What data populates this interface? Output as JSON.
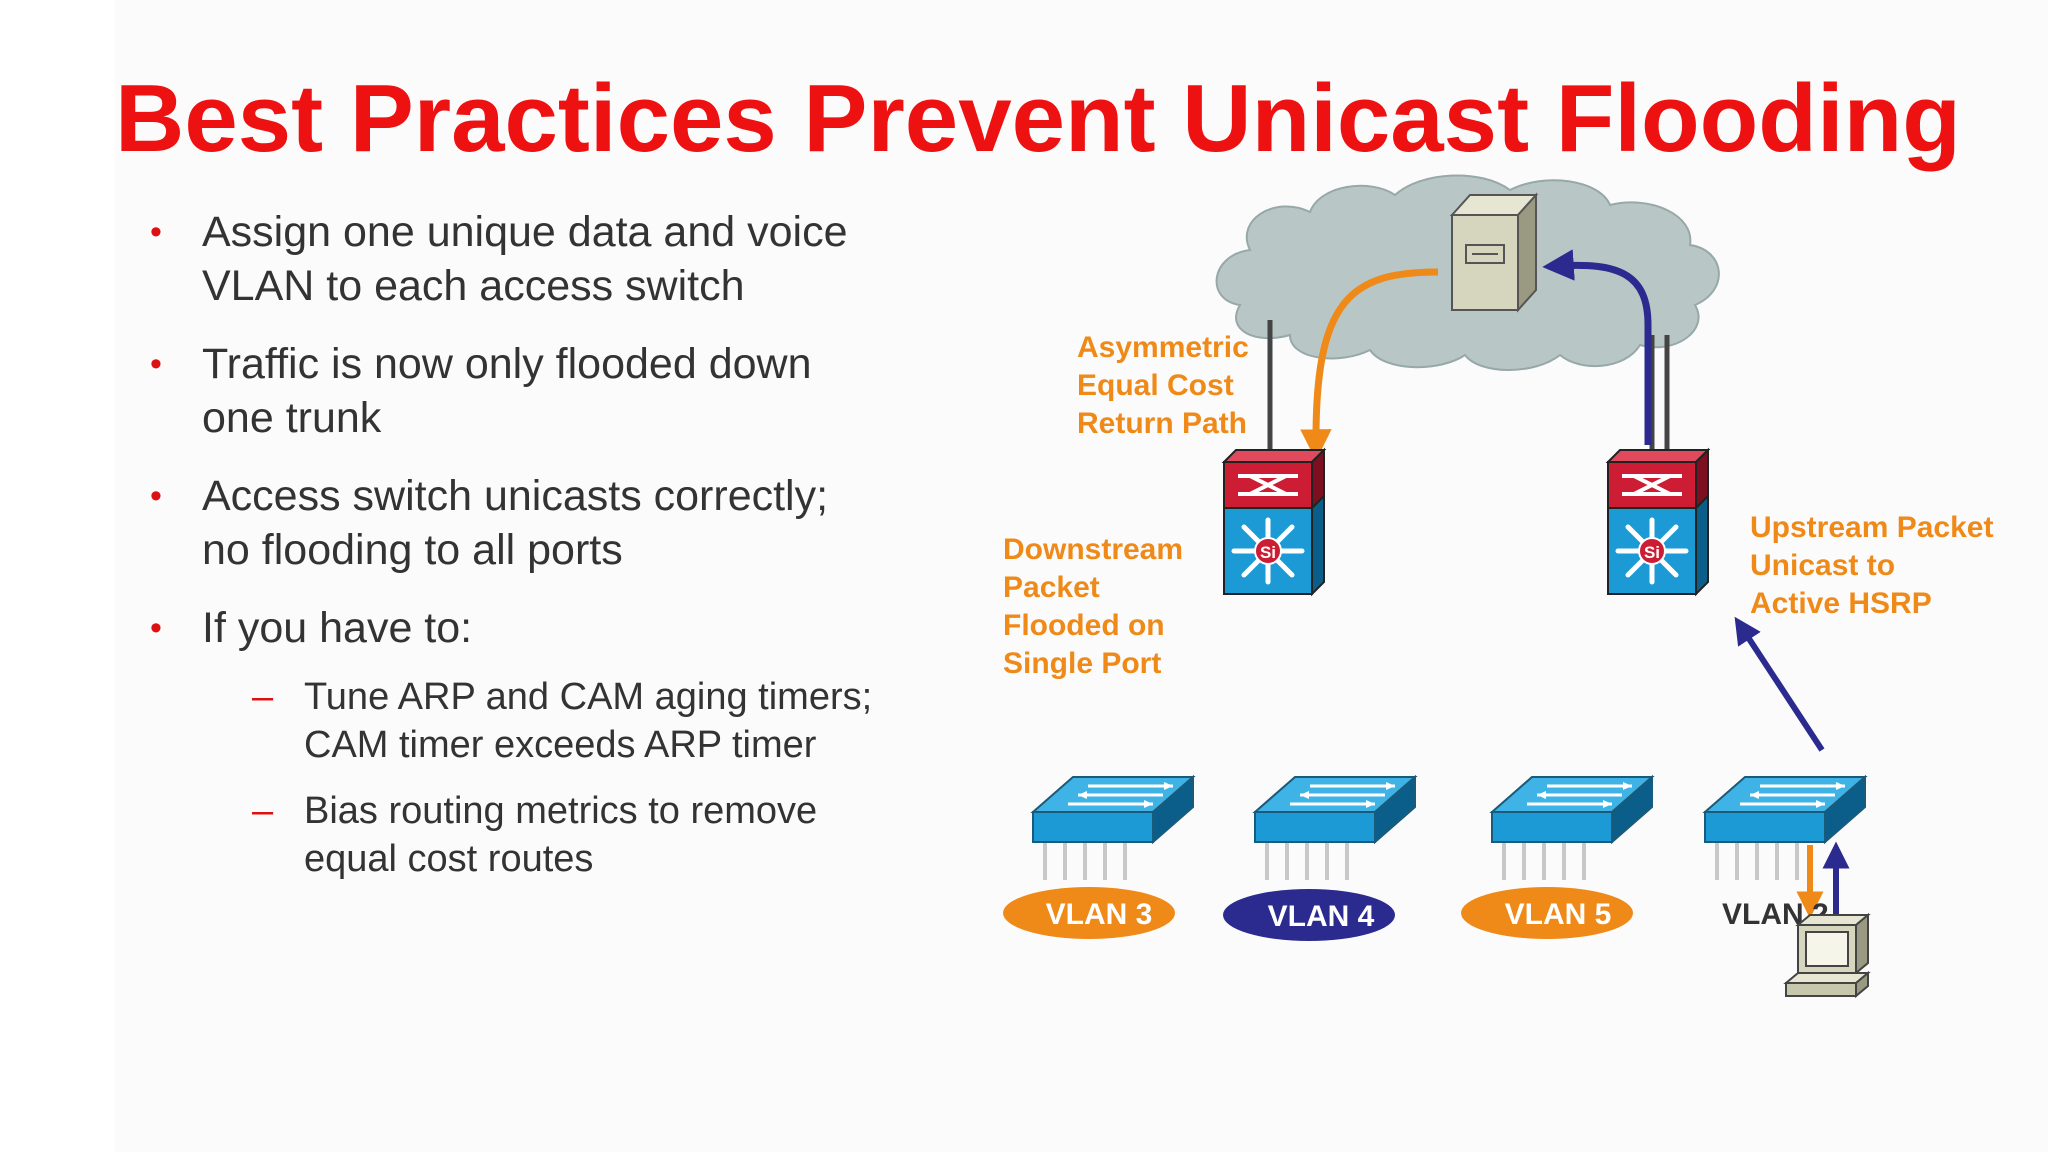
{
  "title": "Best Practices Prevent Unicast Flooding",
  "bullets": [
    {
      "line1": "Assign one unique data and voice",
      "line2": "VLAN to each access switch"
    },
    {
      "line1": "Traffic is now only flooded down",
      "line2": "one trunk"
    },
    {
      "line1": "Access switch unicasts correctly;",
      "line2": "no flooding to all ports"
    },
    {
      "line1": "If you have to:",
      "line2": ""
    }
  ],
  "sub_bullets": [
    {
      "line1": "Tune ARP and CAM aging timers;",
      "line2": "CAM timer exceeds ARP timer"
    },
    {
      "line1": "Bias routing metrics to remove",
      "line2": "equal cost routes"
    }
  ],
  "bullet_marker": "•",
  "sub_bullet_marker": "–",
  "diagram": {
    "asymmetric_label": [
      "Asymmetric",
      "Equal Cost",
      "Return Path"
    ],
    "downstream_label": [
      "Downstream",
      "Packet",
      "Flooded on",
      "Single Port"
    ],
    "upstream_label": [
      "Upstream Packet",
      "Unicast to",
      "Active HSRP"
    ],
    "switch_badge": "Si",
    "vlans": [
      {
        "label": "VLAN 3",
        "color": "#ef8a18"
      },
      {
        "label": "VLAN 4",
        "color": "#2b2a8e"
      },
      {
        "label": "VLAN 5",
        "color": "#ef8a18"
      },
      {
        "label": "VLAN 2",
        "color": ""
      }
    ]
  },
  "colors": {
    "title": "#ee1111",
    "bullet_marker": "#dd1111",
    "orange": "#ef8a18",
    "navy": "#2b2a8e",
    "switch_blue": "#1b9ad6",
    "router_red": "#cc1d35",
    "cloud": "#b9c6c6"
  },
  "icons": [
    "cloud-icon",
    "server-icon",
    "distribution-switch-icon",
    "access-switch-icon",
    "pc-icon"
  ]
}
